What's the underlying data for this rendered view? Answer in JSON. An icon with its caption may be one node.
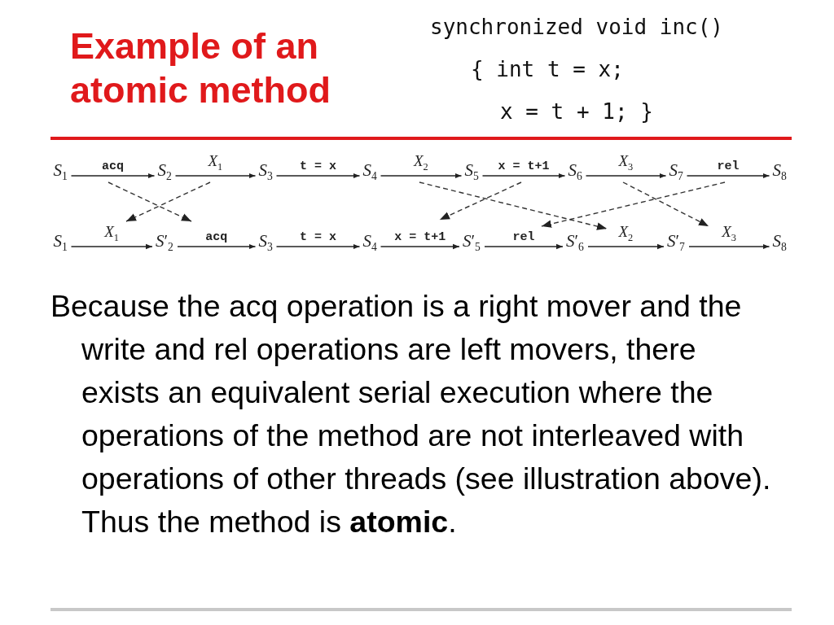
{
  "diagram": {
    "title": "Example of an atomic method",
    "nodes": [
      {
        "text": [
          "*S*$_{1}$"
        ]
      },
      {
        "text": [
          "*S*$_{2}$"
        ]
      },
      {
        "text": [
          "*S*$_{3}$"
        ]
      },
      {
        "text": [
          "*S*$_{4}$"
        ]
      },
      {
        "text": [
          "*S*$_{5}$"
        ]
      },
      {
        "text": [
          "*S*$_{6}$"
        ]
      },
      {
        "text": [
          "*S*$_{7}$"
        ]
      },
      {
        "text": [
          "*S*$_{8}$"
        ]
      },
      {
        "text": [
          "*S*$_{1}$"
        ]
      },
      {
        "text": [
          "*S*′$_{2}$"
        ]
      },
      {
        "text": [
          "*S*$_{3}$"
        ]
      },
      {
        "text": [
          "*S*$_{4}$"
        ]
      },
      {
        "text": [
          "*S*′$_{5}$"
        ]
      },
      {
        "text": [
          "*S*′$_{6}$"
        ]
      },
      {
        "text": [
          "*S*′$_{7}$"
        ]
      },
      {
        "text": [
          "*S*$_{8}$"
        ]
      }
    ],
    "edges": [
      {
        "from": 0,
        "to": 1,
        "arrow": "to",
        "label": "acq"
      },
      {
        "from": 1,
        "to": 2,
        "arrow": "to",
        "label": "*X*$_{1}$"
      },
      {
        "from": 2,
        "to": 3,
        "arrow": "to",
        "label": "t = x"
      },
      {
        "from": 3,
        "to": 4,
        "arrow": "to",
        "label": "*X*$_{2}$"
      },
      {
        "from": 4,
        "to": 5,
        "arrow": "to",
        "label": "x = t+1"
      },
      {
        "from": 5,
        "to": 6,
        "arrow": "to",
        "label": "*X*$_{3}$"
      },
      {
        "from": 6,
        "to": 7,
        "arrow": "to",
        "label": "rel"
      },
      {
        "from": 8,
        "to": 9,
        "arrow": "to",
        "label": "*X*$_{1}$"
      },
      {
        "from": 9,
        "to": 10,
        "arrow": "to",
        "label": "acq"
      },
      {
        "from": 10,
        "to": 11,
        "arrow": "to",
        "label": "t = x"
      },
      {
        "from": 11,
        "to": 12,
        "arrow": "to",
        "label": "x = t+1"
      },
      {
        "from": 12,
        "to": 13,
        "arrow": "to",
        "label": "rel"
      },
      {
        "from": 13,
        "to": 14,
        "arrow": "to",
        "label": "*X*$_{2}$"
      },
      {
        "from": 14,
        "to": 15,
        "arrow": "to",
        "label": "*X*$_{3}$"
      }
    ],
    "labels": [
      "synchronized void inc()",
      "{ int t = x;",
      "x = t + 1; }",
      "Because the acq operation is a right mover and the write and rel operations are left movers, there exists an equivalent serial execution where the operations of the method are not interleaved with operations of other threads (see illustration above). Thus the method is **atomic**."
    ]
  }
}
